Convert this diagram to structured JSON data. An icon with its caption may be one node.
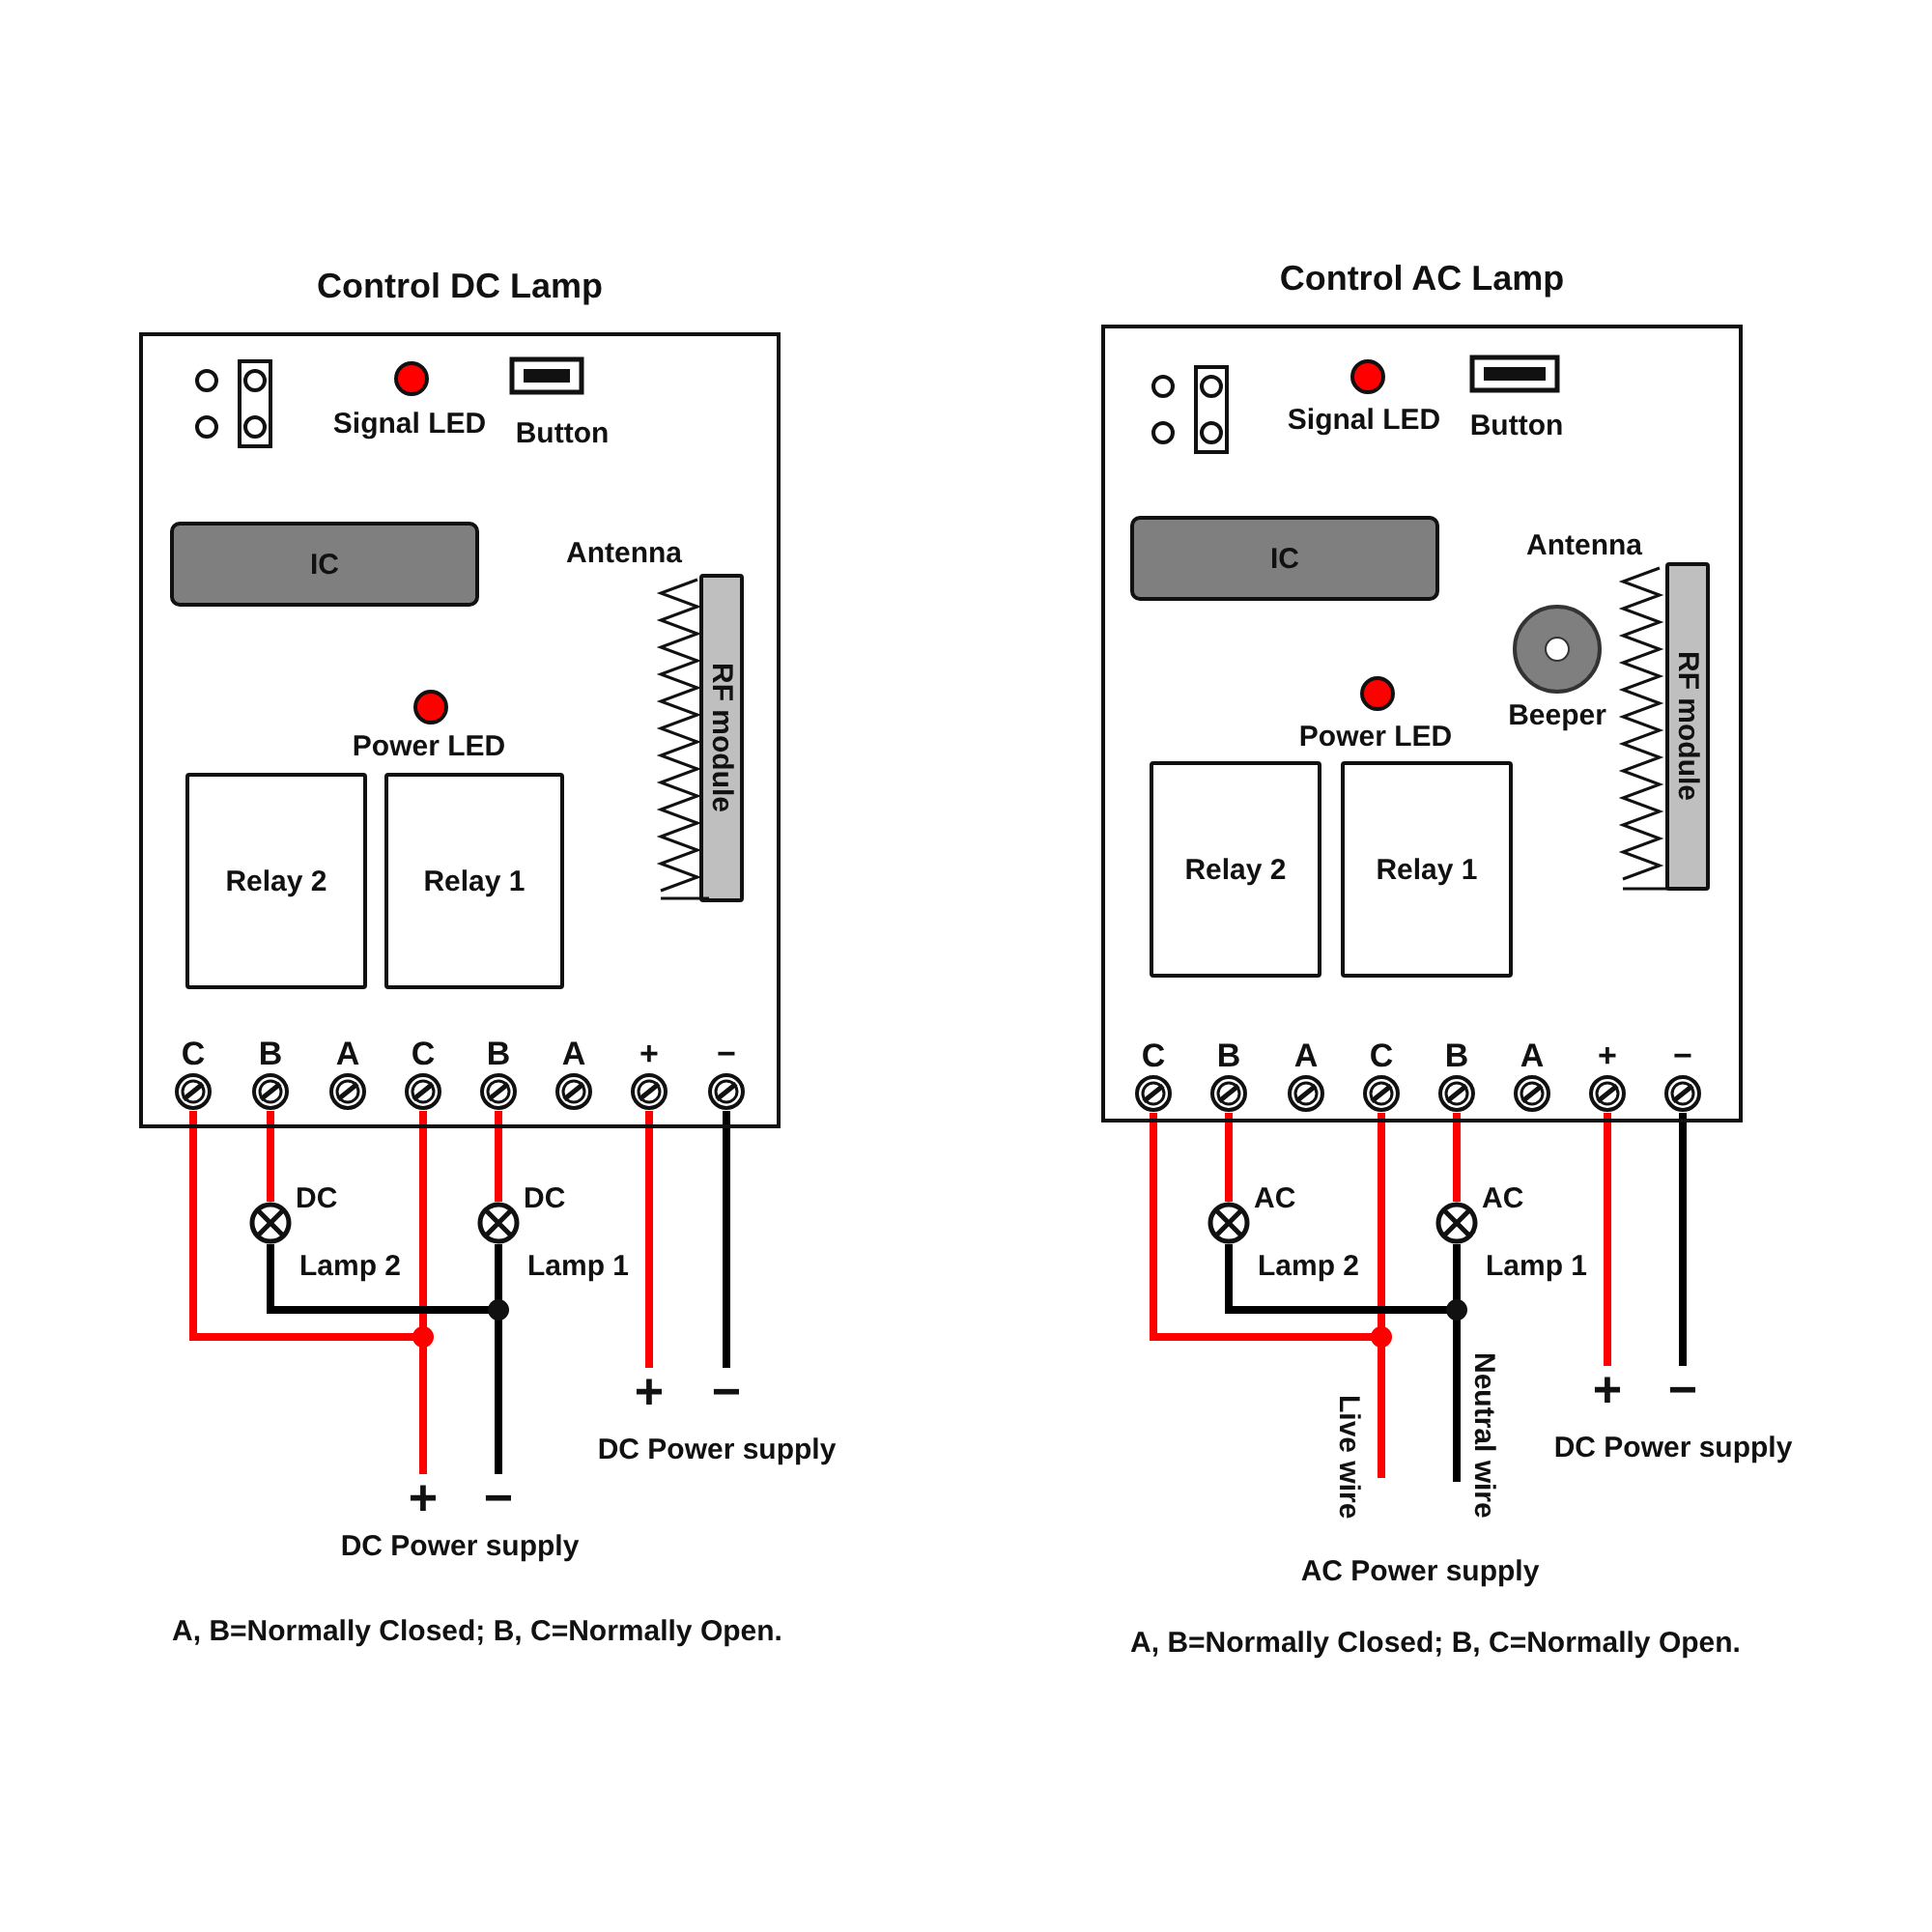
{
  "diagram": {
    "nodes": [
      {
        "text": [
          "Control DC Lamp"
        ]
      },
      {
        "text": [
          "IC"
        ],
        "in": 0
      },
      {
        "text": [
          "RF module"
        ],
        "in": 0
      },
      {
        "text": [
          "Relay 2"
        ],
        "in": 0
      },
      {
        "text": [
          "Relay 1"
        ],
        "in": 0
      },
      {
        "text": [
          "C"
        ],
        "in": 0
      },
      {
        "text": [
          "B"
        ],
        "in": 0
      },
      {
        "text": [
          "A"
        ],
        "in": 0
      },
      {
        "text": [
          "C"
        ],
        "in": 0
      },
      {
        "text": [
          "B"
        ],
        "in": 0
      },
      {
        "text": [
          "A"
        ],
        "in": 0
      },
      {
        "text": [
          "+"
        ],
        "in": 0
      },
      {
        "text": [
          "−"
        ],
        "in": 0
      },
      {
        "text": [],
        "shape": "circle",
        "beside": [
          "DC",
          "Lamp 2"
        ]
      },
      {
        "text": [],
        "shape": "circle",
        "beside": [
          "DC",
          "Lamp 1"
        ]
      },
      {
        "text": [
          "+"
        ]
      },
      {
        "text": [
          "−"
        ]
      },
      {
        "text": [
          "+"
        ]
      },
      {
        "text": [
          "−"
        ]
      },
      {
        "text": [
          "Control AC Lamp"
        ]
      },
      {
        "text": [
          "IC"
        ],
        "in": 19
      },
      {
        "text": [
          "RF module"
        ],
        "in": 19
      },
      {
        "text": [
          "Relay 2"
        ],
        "in": 19
      },
      {
        "text": [
          "Relay 1"
        ],
        "in": 19
      },
      {
        "text": [
          "C"
        ],
        "in": 19
      },
      {
        "text": [
          "B"
        ],
        "in": 19
      },
      {
        "text": [
          "A"
        ],
        "in": 19
      },
      {
        "text": [
          "C"
        ],
        "in": 19
      },
      {
        "text": [
          "B"
        ],
        "in": 19
      },
      {
        "text": [
          "A"
        ],
        "in": 19
      },
      {
        "text": [
          "+"
        ],
        "in": 19
      },
      {
        "text": [
          "−"
        ],
        "in": 19
      },
      {
        "text": [],
        "shape": "circle",
        "beside": [
          "AC",
          "Lamp 2"
        ]
      },
      {
        "text": [],
        "shape": "circle",
        "beside": [
          "AC",
          "Lamp 1"
        ]
      },
      {
        "text": [
          "+"
        ]
      },
      {
        "text": [
          "−"
        ]
      }
    ],
    "edges": [
      {
        "from": 5,
        "to": 17,
        "arrow": "none"
      },
      {
        "from": 6,
        "to": 13,
        "arrow": "none"
      },
      {
        "from": 8,
        "to": 17,
        "arrow": "none"
      },
      {
        "from": 9,
        "to": 14,
        "arrow": "none"
      },
      {
        "from": 11,
        "to": 15,
        "arrow": "none"
      },
      {
        "from": 12,
        "to": 16,
        "arrow": "none",
        "color": "#000000"
      },
      {
        "from": 13,
        "to": 18,
        "arrow": "none",
        "color": "#000000"
      },
      {
        "from": 14,
        "to": 18,
        "arrow": "none",
        "color": "#000000"
      },
      {
        "from": 24,
        "to": null,
        "arrow": "none"
      },
      {
        "from": 25,
        "to": 32,
        "arrow": "none"
      },
      {
        "from": 27,
        "to": null,
        "arrow": "none"
      },
      {
        "from": 28,
        "to": 33,
        "arrow": "none"
      },
      {
        "from": 30,
        "to": 34,
        "arrow": "none"
      },
      {
        "from": 31,
        "to": 35,
        "arrow": "none",
        "color": "#000000"
      },
      {
        "from": 32,
        "to": null,
        "arrow": "none",
        "color": "#000000"
      },
      {
        "from": 33,
        "to": null,
        "arrow": "none",
        "color": "#000000"
      }
    ],
    "labels": [
      "Signal LED",
      "Button",
      "Antenna",
      "Power LED",
      "DC Power supply",
      "DC Power supply",
      "A, B=Normally Closed; B, C=Normally Open.",
      "Signal LED",
      "Button",
      "Antenna",
      "Beeper",
      "Power LED",
      "Live wire",
      "Neutral wire",
      "DC Power supply",
      "AC Power supply",
      "A, B=Normally Closed; B, C=Normally Open."
    ]
  }
}
